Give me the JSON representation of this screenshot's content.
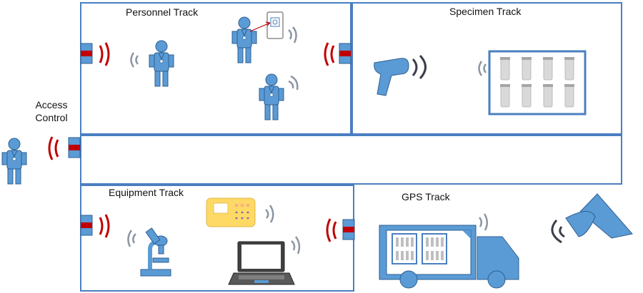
{
  "zones": {
    "personnel": {
      "title": "Personnel Track"
    },
    "specimen": {
      "title": "Specimen Track"
    },
    "equipment": {
      "title": "Equipment Track"
    },
    "gps": {
      "title": "GPS Track"
    }
  },
  "access_control": {
    "line1": "Access",
    "line2": "Control"
  },
  "colors": {
    "frame": "#4a7fc1",
    "person": "#5b9bd5",
    "person_stroke": "#2e5f93",
    "reader_red": "#c00000",
    "wave_gray": "#8c96a3",
    "wave_red": "#c00000",
    "analyzer": "#ffd966",
    "tube": "#d9d9d9"
  },
  "icons": [
    "person-icon",
    "rfid-reader-icon",
    "signal-wave-icon",
    "barcode-scanner-icon",
    "specimen-rack-icon",
    "microscope-icon",
    "analyzer-icon",
    "laptop-icon",
    "truck-icon",
    "satellite-icon",
    "tablet-icon"
  ]
}
